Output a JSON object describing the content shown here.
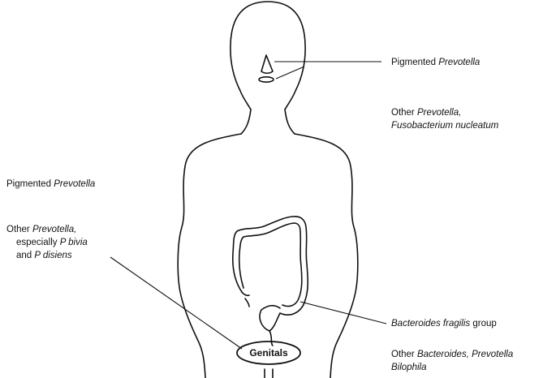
{
  "colors": {
    "line": "#111111",
    "background": "#ffffff"
  },
  "labels": {
    "mouth": {
      "plain": "Pigmented ",
      "italic": "Prevotella"
    },
    "oral_other": {
      "line1_plain": "Other ",
      "line1_italic": "Prevotella,",
      "line2_italic": "Fusobacterium nucleatum"
    },
    "genital_pigmented": {
      "plain": "Pigmented ",
      "italic": "Prevotella"
    },
    "genital_other": {
      "line1_plain": "Other ",
      "line1_italic": "Prevotella,",
      "line2_plain": "especially ",
      "line2_italic": "P bivia",
      "line3_plain": "and ",
      "line3_italic": "P disiens"
    },
    "colon": {
      "italic": "Bacteroides fragilis",
      "plain": " group"
    },
    "colon_other": {
      "line1_plain": "Other ",
      "line1_italic": "Bacteroides, Prevotella",
      "line2_italic": "Bilophila"
    },
    "genitals": "Genitals"
  }
}
